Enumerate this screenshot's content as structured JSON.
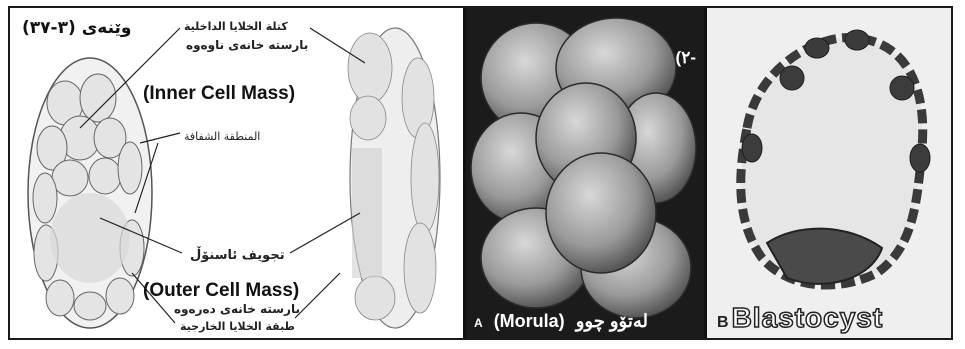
{
  "figure": {
    "label": "وێنەی (٣-٣٧)"
  },
  "panel_left": {
    "inner_cell_mass_ar": "كتلة الخلايا الداخلية",
    "inner_cell_mass_ku": "بارستە خانەی ناوەوە",
    "inner_cell_mass_en": "(Inner Cell Mass)",
    "zona_ar": "المنطقة الشفافة",
    "cavity_ku": "تجويف ئاسنۆڵ",
    "outer_cell_mass_en": "(Outer Cell Mass)",
    "outer_cell_mass_ku": "بارستە خانەی دەرەوە",
    "outer_cell_mass_ar": "طبقة الخلايا الخارجية"
  },
  "panel_morula": {
    "tag": "(٢-",
    "letter": "A",
    "caption_en": "(Morula)",
    "caption_ku": "لەتۆو چوو"
  },
  "panel_blastocyst": {
    "letter": "B",
    "caption": "Blastocyst"
  },
  "colors": {
    "frame": "#1a1a1a",
    "morula_bg": "#1b1b1b",
    "cell_outline": "#444444"
  }
}
